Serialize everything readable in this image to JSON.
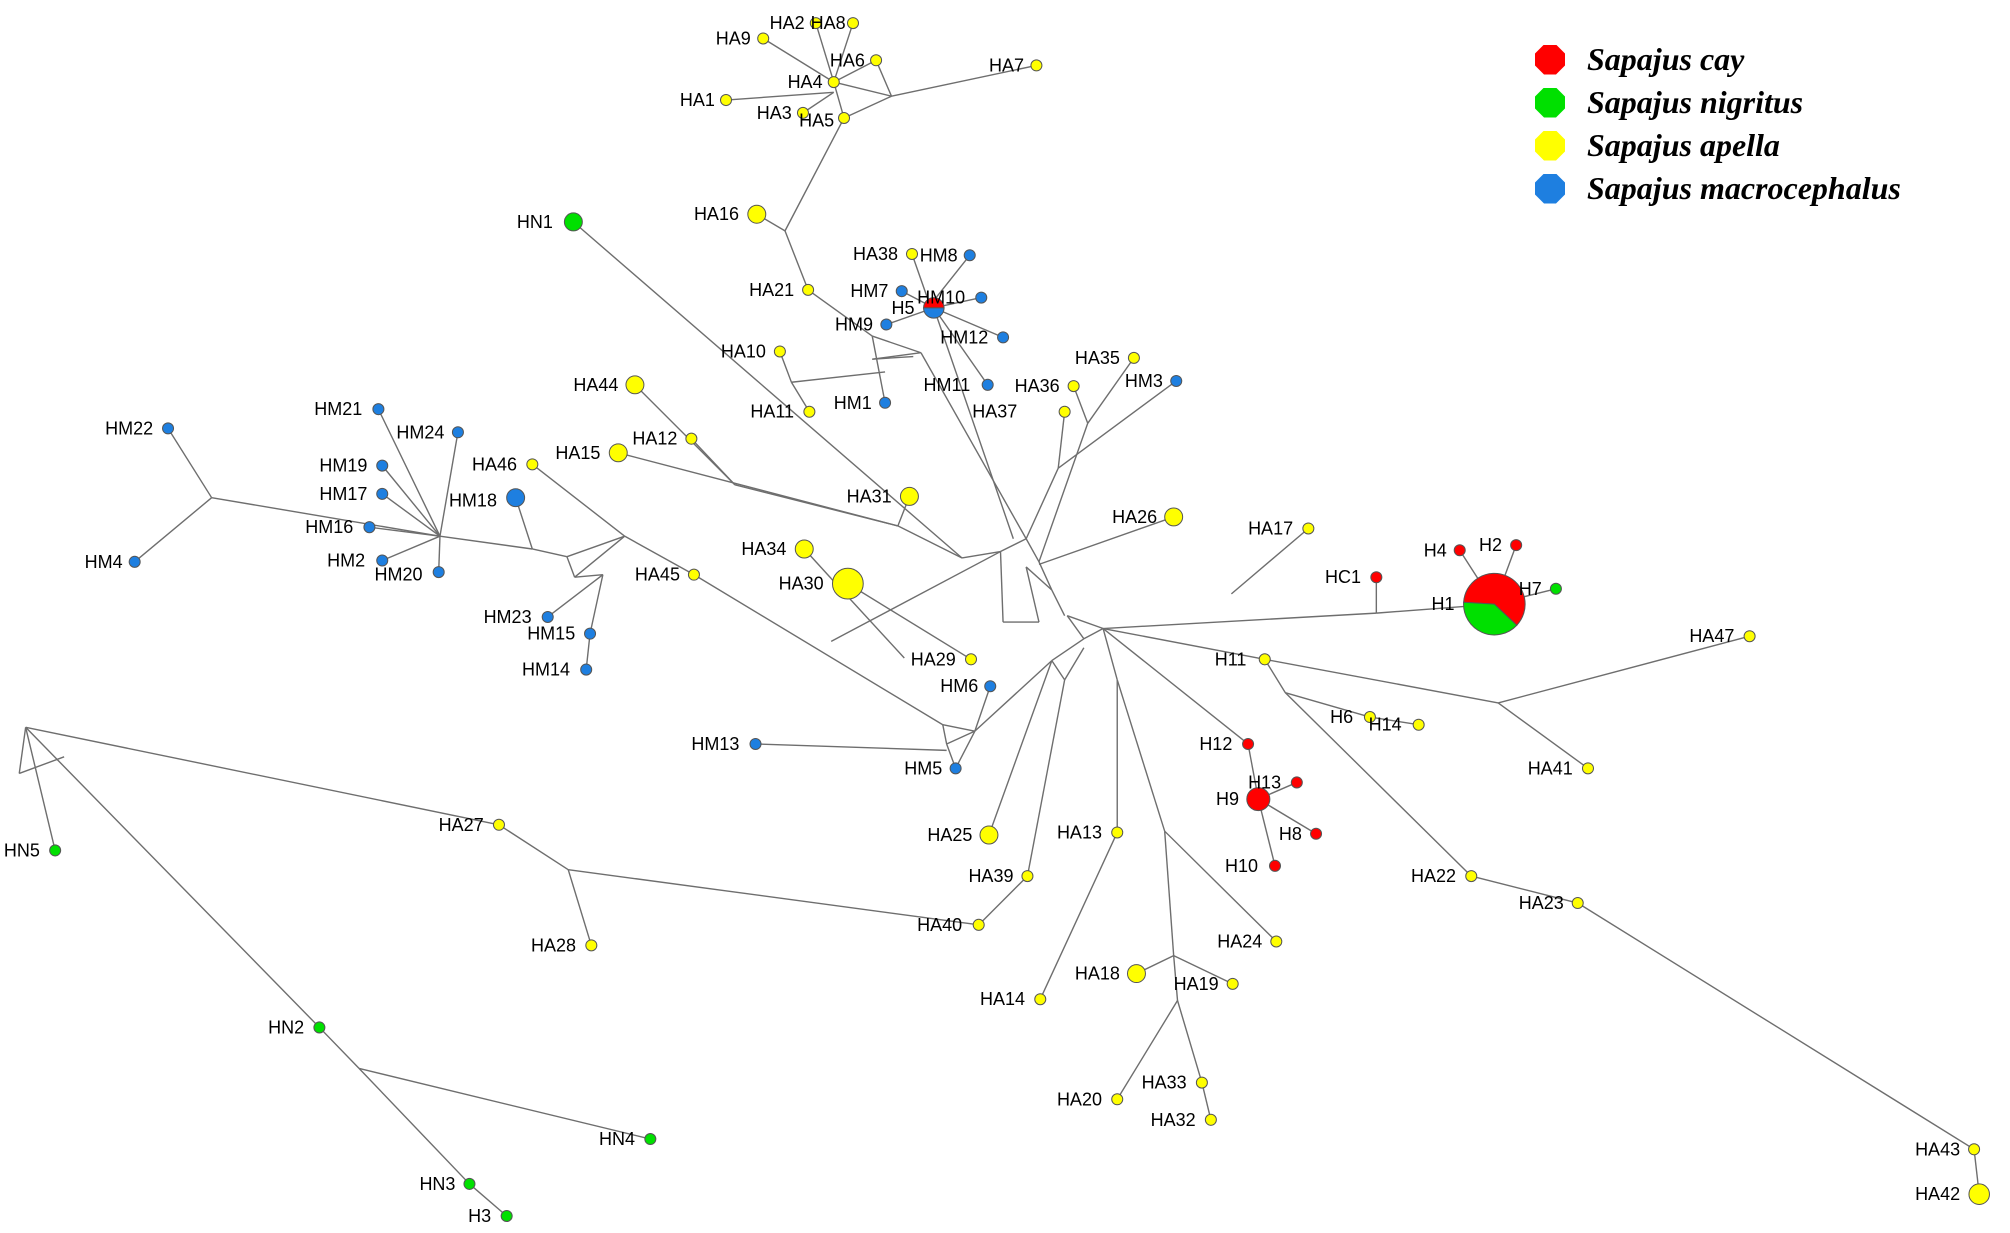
{
  "legend": {
    "items": [
      {
        "label": "Sapajus cay",
        "color": "#ff0000",
        "group": "cay"
      },
      {
        "label": "Sapajus nigritus",
        "color": "#00e000",
        "group": "nigritus"
      },
      {
        "label": "Sapajus apella",
        "color": "#ffff00",
        "group": "apella"
      },
      {
        "label": "Sapajus macrocephalus",
        "color": "#1e7fe0",
        "group": "macrocephalus"
      }
    ]
  },
  "colors": {
    "cay": "#ff0000",
    "nigritus": "#00e000",
    "apella": "#ffff00",
    "macrocephalus": "#1e7fe0",
    "edge": "#6e6e6e"
  },
  "haplotypes": [
    {
      "label": "HA1",
      "group": "apella"
    },
    {
      "label": "HA2",
      "group": "apella"
    },
    {
      "label": "HA3",
      "group": "apella"
    },
    {
      "label": "HA4",
      "group": "apella"
    },
    {
      "label": "HA5",
      "group": "apella"
    },
    {
      "label": "HA6",
      "group": "apella"
    },
    {
      "label": "HA7",
      "group": "apella"
    },
    {
      "label": "HA8",
      "group": "apella"
    },
    {
      "label": "HA9",
      "group": "apella"
    },
    {
      "label": "HA10",
      "group": "apella"
    },
    {
      "label": "HA11",
      "group": "apella"
    },
    {
      "label": "HA12",
      "group": "apella"
    },
    {
      "label": "HA13",
      "group": "apella"
    },
    {
      "label": "HA14",
      "group": "apella"
    },
    {
      "label": "HA15",
      "group": "apella"
    },
    {
      "label": "HA16",
      "group": "apella"
    },
    {
      "label": "HA17",
      "group": "apella"
    },
    {
      "label": "HA18",
      "group": "apella"
    },
    {
      "label": "HA19",
      "group": "apella"
    },
    {
      "label": "HA20",
      "group": "apella"
    },
    {
      "label": "HA21",
      "group": "apella"
    },
    {
      "label": "HA22",
      "group": "apella"
    },
    {
      "label": "HA23",
      "group": "apella"
    },
    {
      "label": "HA24",
      "group": "apella"
    },
    {
      "label": "HA25",
      "group": "apella"
    },
    {
      "label": "HA26",
      "group": "apella"
    },
    {
      "label": "HA27",
      "group": "apella"
    },
    {
      "label": "HA28",
      "group": "apella"
    },
    {
      "label": "HA29",
      "group": "apella"
    },
    {
      "label": "HA30",
      "group": "apella"
    },
    {
      "label": "HA31",
      "group": "apella"
    },
    {
      "label": "HA32",
      "group": "apella"
    },
    {
      "label": "HA33",
      "group": "apella"
    },
    {
      "label": "HA34",
      "group": "apella"
    },
    {
      "label": "HA35",
      "group": "apella"
    },
    {
      "label": "HA36",
      "group": "apella"
    },
    {
      "label": "HA37",
      "group": "apella"
    },
    {
      "label": "HA38",
      "group": "apella"
    },
    {
      "label": "HA39",
      "group": "apella"
    },
    {
      "label": "HA40",
      "group": "apella"
    },
    {
      "label": "HA41",
      "group": "apella"
    },
    {
      "label": "HA42",
      "group": "apella"
    },
    {
      "label": "HA43",
      "group": "apella"
    },
    {
      "label": "HA44",
      "group": "apella"
    },
    {
      "label": "HA45",
      "group": "apella"
    },
    {
      "label": "HA46",
      "group": "apella"
    },
    {
      "label": "HA47",
      "group": "apella"
    },
    {
      "label": "HM1",
      "group": "macrocephalus"
    },
    {
      "label": "HM2",
      "group": "macrocephalus"
    },
    {
      "label": "HM3",
      "group": "macrocephalus"
    },
    {
      "label": "HM4",
      "group": "macrocephalus"
    },
    {
      "label": "HM5",
      "group": "macrocephalus"
    },
    {
      "label": "HM6",
      "group": "macrocephalus"
    },
    {
      "label": "HM7",
      "group": "macrocephalus"
    },
    {
      "label": "HM8",
      "group": "macrocephalus"
    },
    {
      "label": "HM9",
      "group": "macrocephalus"
    },
    {
      "label": "HM10",
      "group": "macrocephalus"
    },
    {
      "label": "HM11",
      "group": "macrocephalus"
    },
    {
      "label": "HM12",
      "group": "macrocephalus"
    },
    {
      "label": "HM13",
      "group": "macrocephalus"
    },
    {
      "label": "HM14",
      "group": "macrocephalus"
    },
    {
      "label": "HM15",
      "group": "macrocephalus"
    },
    {
      "label": "HM16",
      "group": "macrocephalus"
    },
    {
      "label": "HM17",
      "group": "macrocephalus"
    },
    {
      "label": "HM18",
      "group": "macrocephalus"
    },
    {
      "label": "HM19",
      "group": "macrocephalus"
    },
    {
      "label": "HM20",
      "group": "macrocephalus"
    },
    {
      "label": "HM21",
      "group": "macrocephalus"
    },
    {
      "label": "HM22",
      "group": "macrocephalus"
    },
    {
      "label": "HM23",
      "group": "macrocephalus"
    },
    {
      "label": "HM24",
      "group": "macrocephalus"
    },
    {
      "label": "HN1",
      "group": "nigritus"
    },
    {
      "label": "HN2",
      "group": "nigritus"
    },
    {
      "label": "HN3",
      "group": "nigritus"
    },
    {
      "label": "HN4",
      "group": "nigritus"
    },
    {
      "label": "HN5",
      "group": "nigritus"
    },
    {
      "label": "HC1",
      "group": "cay"
    },
    {
      "label": "H1",
      "group": "cay + nigritus"
    },
    {
      "label": "H2",
      "group": "cay"
    },
    {
      "label": "H3",
      "group": "nigritus"
    },
    {
      "label": "H4",
      "group": "cay"
    },
    {
      "label": "H5",
      "group": "cay + macrocephalus"
    },
    {
      "label": "H6",
      "group": "apella"
    },
    {
      "label": "H7",
      "group": "nigritus"
    },
    {
      "label": "H8",
      "group": "cay"
    },
    {
      "label": "H9",
      "group": "cay"
    },
    {
      "label": "H10",
      "group": "cay"
    },
    {
      "label": "H11",
      "group": "apella"
    },
    {
      "label": "H12",
      "group": "cay"
    },
    {
      "label": "H13",
      "group": "cay"
    },
    {
      "label": "H14",
      "group": "apella"
    }
  ]
}
